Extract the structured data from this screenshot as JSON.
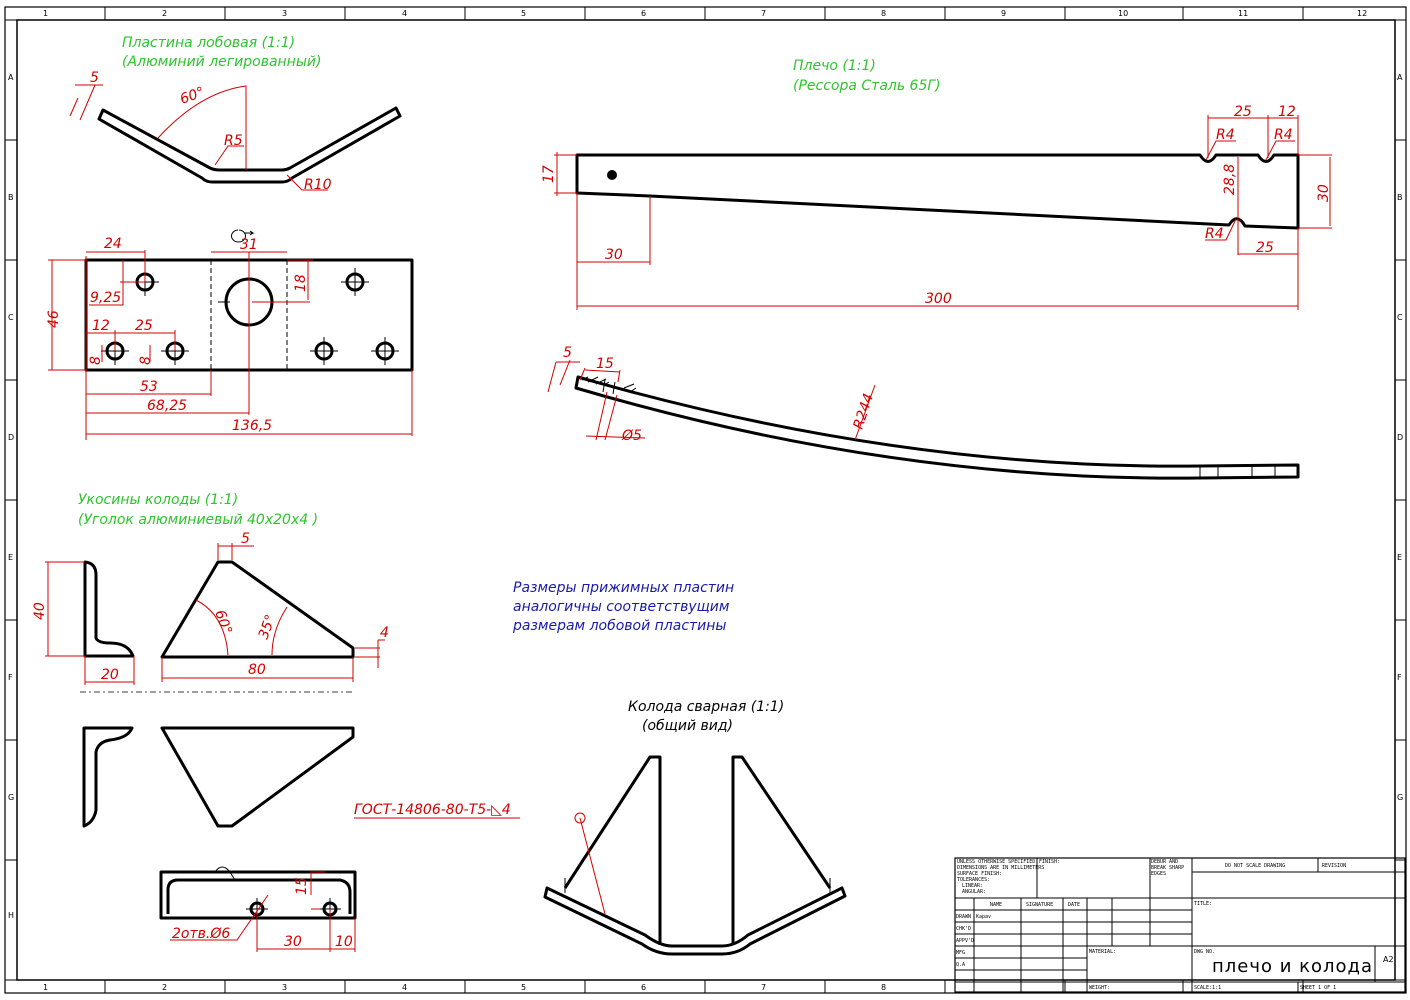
{
  "sheet": {
    "columns": [
      "1",
      "2",
      "3",
      "4",
      "5",
      "6",
      "7",
      "8",
      "9",
      "10",
      "11",
      "12"
    ],
    "rows": [
      "A",
      "B",
      "C",
      "D",
      "E",
      "F",
      "G",
      "H"
    ]
  },
  "labels": {
    "plate_title": "Пластина лобовая (1:1)",
    "plate_material": "(Алюминий легированный)",
    "arm_title": "Плечо (1:1)",
    "arm_material": "(Рессора Сталь 65Г)",
    "brace_title": "Укосины колоды (1:1)",
    "brace_material": "(Уголок алюминиевый 40x20x4 )",
    "note_line1": "Размеры прижимных пластин",
    "note_line2": "аналогичны соответствущим",
    "note_line3": "размерам лобовой пластины",
    "assembly_title": "Колода сварная (1:1)",
    "assembly_subtitle": "(общий вид)",
    "weld_note": "ГОСТ-14806-80-Т5-◺4"
  },
  "dims": {
    "plate_bend_thk": "5",
    "plate_angle": "60°",
    "plate_r5": "R5",
    "plate_r10": "R10",
    "p24": "24",
    "p31": "31",
    "p18": "18",
    "p925": "9,25",
    "p46": "46",
    "p12": "12",
    "p25": "25",
    "p8a": "8",
    "p8b": "8",
    "p53": "53",
    "p6825": "68,25",
    "p1365": "136,5",
    "a17": "17",
    "a30": "30",
    "a300": "300",
    "a25top": "25",
    "a12": "12",
    "ar4a": "R4",
    "ar4b": "R4",
    "a288": "28,8",
    "a30r": "30",
    "ar4c": "R4",
    "a25bot": "25",
    "s5": "5",
    "s15": "15",
    "sd5": "Ø5",
    "sr244": "R244",
    "b40": "40",
    "b20": "20",
    "b5": "5",
    "b60": "60°",
    "b35": "35°",
    "b80": "80",
    "b4": "4",
    "h15": "15",
    "h2holes": "2отв.Ø6",
    "h30": "30",
    "h10": "10"
  },
  "title_block": {
    "general_notes": [
      "UNLESS OTHERWISE SPECIFIED:",
      "DIMENSIONS ARE IN MILLIMETERS",
      "SURFACE FINISH:",
      "TOLERANCES:",
      "LINEAR:",
      "ANGULAR:"
    ],
    "finish": "FINISH:",
    "deburr": [
      "DEBUR AND",
      "BREAK SHARP",
      "EDGES"
    ],
    "do_not_scale": "DO NOT SCALE DRAWING",
    "revision": "REVISION",
    "col_name": "NAME",
    "col_signature": "SIGNATURE",
    "col_date": "DATE",
    "row_drawn": "DRAWN",
    "drawn_name": "Kapav",
    "row_chkd": "CHK'D",
    "row_appvd": "APPV'D",
    "row_mfg": "MFG",
    "row_qa": "Q.A",
    "material": "MATERIAL:",
    "weight": "WEIGHT:",
    "title": "TITLE:",
    "dwg_no": "DWG NO.",
    "drawing_name": "плечо и колода",
    "size": "A2",
    "scale": "SCALE:1:1",
    "sheet": "SHEET 1 OF 1"
  },
  "colors": {
    "dimension": "#d40000",
    "label": "#2ec42e",
    "note": "#1a1aa8"
  }
}
